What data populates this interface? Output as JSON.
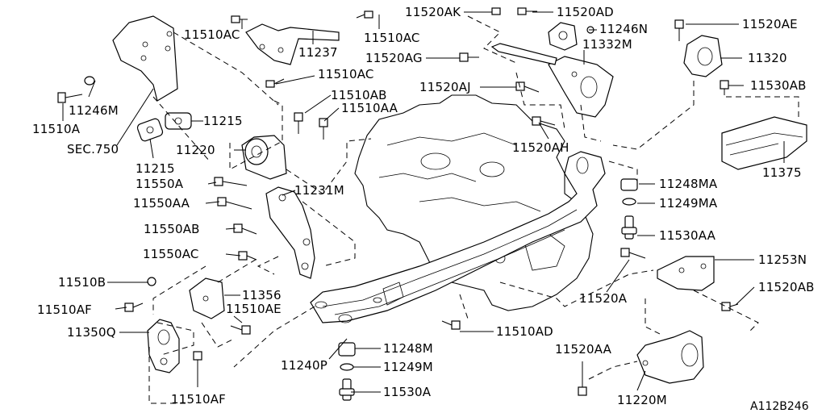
{
  "diagram": {
    "labels": {
      "l_11510AC_1": "11510AC",
      "l_11237": "11237",
      "l_11510AC_2": "11510AC",
      "l_11510AC_3": "11510AC",
      "l_11246M": "11246M",
      "l_11510A": "11510A",
      "l_11215_1": "11215",
      "l_SEC750": "SEC.750",
      "l_11220": "11220",
      "l_11215_2": "11215",
      "l_11510AB": "11510AB",
      "l_11510AA": "11510AA",
      "l_11550A": "11550A",
      "l_11231M": "11231M",
      "l_11550AA": "11550AA",
      "l_11550AB": "11550AB",
      "l_11550AC": "11550AC",
      "l_11510B": "11510B",
      "l_11356": "11356",
      "l_11510AF_1": "11510AF",
      "l_11510AE": "11510AE",
      "l_11350Q": "11350Q",
      "l_11510AF_2": "11510AF",
      "l_11240P": "11240P",
      "l_11248M": "11248M",
      "l_11249M": "11249M",
      "l_11530A": "11530A",
      "l_11510AD": "11510AD",
      "l_11520AK": "11520AK",
      "l_11520AD": "11520AD",
      "l_11246N": "11246N",
      "l_11520AG": "11520AG",
      "l_11332M": "11332M",
      "l_11520AJ": "11520AJ",
      "l_11520AH": "11520AH",
      "l_11520AE": "11520AE",
      "l_11320": "11320",
      "l_11530AB": "11530AB",
      "l_11375": "11375",
      "l_11248MA": "11248MA",
      "l_11249MA": "11249MA",
      "l_11530AA": "11530AA",
      "l_11253N": "11253N",
      "l_11520A": "11520A",
      "l_11520AB": "11520AB",
      "l_11520AA": "11520AA",
      "l_11220M": "11220M"
    },
    "drawing_code": "A112B246"
  }
}
